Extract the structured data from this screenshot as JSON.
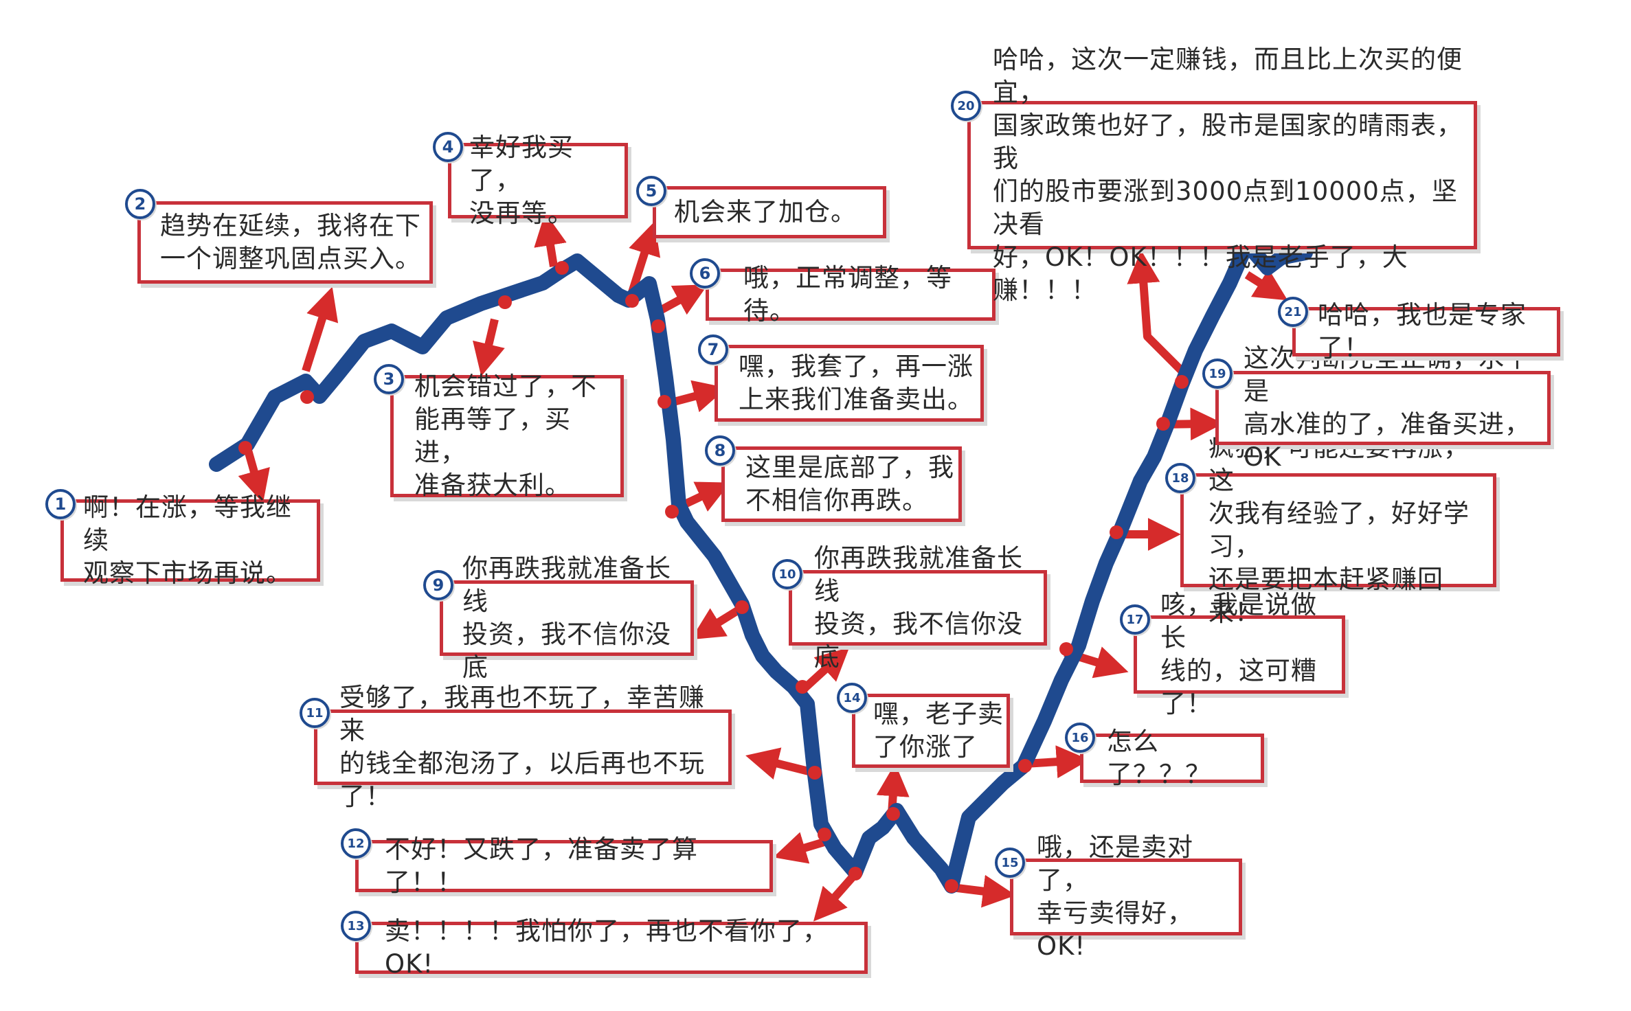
{
  "colors": {
    "line": "#1f4a8f",
    "arrow": "#d62b2b",
    "box_border": "#c8313a",
    "badge": "#1f4a8f"
  },
  "boxes": [
    {
      "num": "1",
      "text": "啊！在涨，等我继续\n观察下市场再说。"
    },
    {
      "num": "2",
      "text": "趋势在延续，我将在下\n一个调整巩固点买入。"
    },
    {
      "num": "3",
      "text": "机会错过了，不\n能再等了，买进，\n准备获大利。"
    },
    {
      "num": "4",
      "text": "幸好我买了，\n没再等。"
    },
    {
      "num": "5",
      "text": "机会来了加仓。"
    },
    {
      "num": "6",
      "text": "哦，正常调整，等待。"
    },
    {
      "num": "7",
      "text": "嘿，我套了，再一涨\n上来我们准备卖出。"
    },
    {
      "num": "8",
      "text": "这里是底部了，我\n不相信你再跌。"
    },
    {
      "num": "9",
      "text": "你再跌我就准备长线\n投资，我不信你没底"
    },
    {
      "num": "10",
      "text": "你再跌我就准备长线\n投资，我不信你没底"
    },
    {
      "num": "11",
      "text": "受够了，我再也不玩了，幸苦赚来\n的钱全都泡汤了，以后再也不玩了！"
    },
    {
      "num": "12",
      "text": "不好！又跌了，准备卖了算了！！"
    },
    {
      "num": "13",
      "text": "卖！！！！我怕你了，再也不看你了，OK!"
    },
    {
      "num": "14",
      "text": "嘿，老子卖\n了你涨了"
    },
    {
      "num": "15",
      "text": "哦，还是卖对了，\n幸亏卖得好，OK!"
    },
    {
      "num": "16",
      "text": "怎么了？？？"
    },
    {
      "num": "17",
      "text": "咳，我是说做长\n线的，这可糟了！"
    },
    {
      "num": "18",
      "text": "疯狂，可能还要再涨，这\n次我有经验了，好好学习，\n还是要把本赶紧赚回来！"
    },
    {
      "num": "19",
      "text": "这次判断完全正确，水平是\n高水准的了，准备买进，OK"
    },
    {
      "num": "20",
      "text": "哈哈，这次一定赚钱，而且比上次买的便宜，\n国家政策也好了，股市是国家的晴雨表，我\n们的股市要涨到3000点到10000点，坚决看\n好，OK！OK！！！我是老手了，大赚！！！"
    },
    {
      "num": "21",
      "text": "哈哈，我也是专家了！"
    }
  ]
}
